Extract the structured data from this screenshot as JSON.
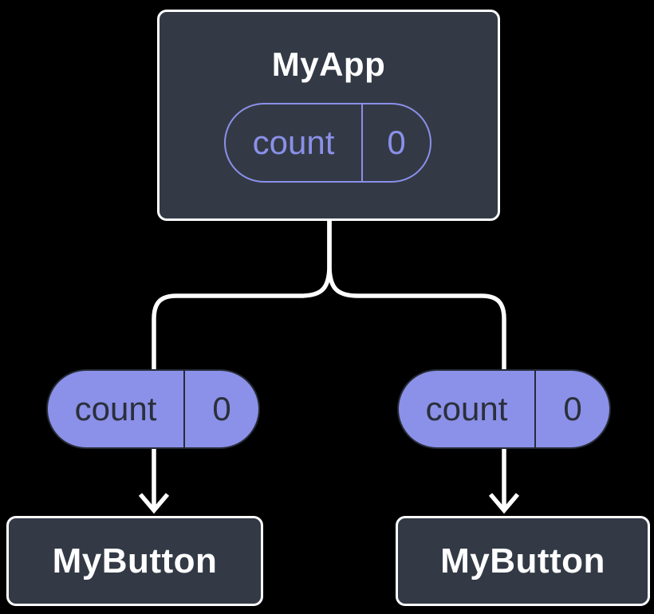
{
  "diagram": {
    "type": "component-tree",
    "root": {
      "title": "MyApp",
      "state": {
        "name": "count",
        "value": "0"
      }
    },
    "children": [
      {
        "title": "MyButton",
        "prop": {
          "name": "count",
          "value": "0"
        }
      },
      {
        "title": "MyButton",
        "prop": {
          "name": "count",
          "value": "0"
        }
      }
    ],
    "colors": {
      "background": "#000000",
      "node_fill": "#333A46",
      "node_border": "#FFFFFF",
      "accent_purple": "#8B90E9",
      "dark_text": "#2A2F3A",
      "connector": "#FFFFFF"
    }
  }
}
